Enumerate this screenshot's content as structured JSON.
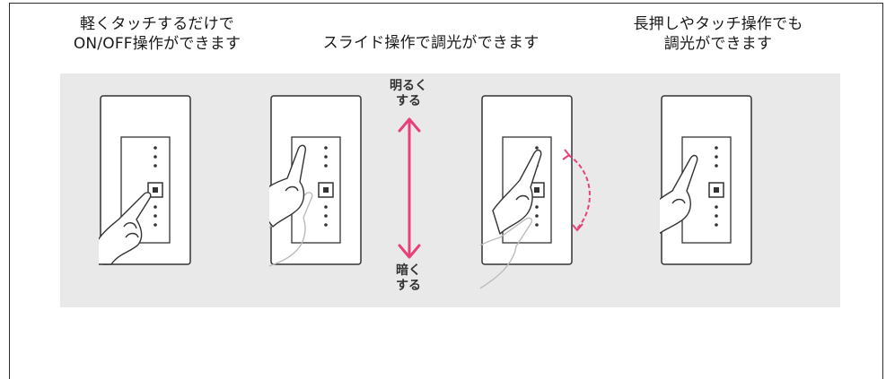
{
  "captions": {
    "tap": {
      "line1": "軽くタッチするだけで",
      "line2": "ON/OFF操作ができます"
    },
    "slide": {
      "line1": "スライド操作で調光ができます"
    },
    "hold": {
      "line1": "長押しやタッチ操作でも",
      "line2": "調光ができます"
    }
  },
  "dimming_arrow": {
    "up_label_1": "明るく",
    "up_label_2": "する",
    "down_label_1": "暗く",
    "down_label_2": "する",
    "color": "#e8407a"
  },
  "colors": {
    "band": "#e9e9e9",
    "plate": "#ffffff",
    "stroke": "#333333",
    "accent": "#e8407a"
  },
  "icons": [
    "switch-plate",
    "hand-icon",
    "double-arrow-icon",
    "curved-arrow-icon"
  ]
}
